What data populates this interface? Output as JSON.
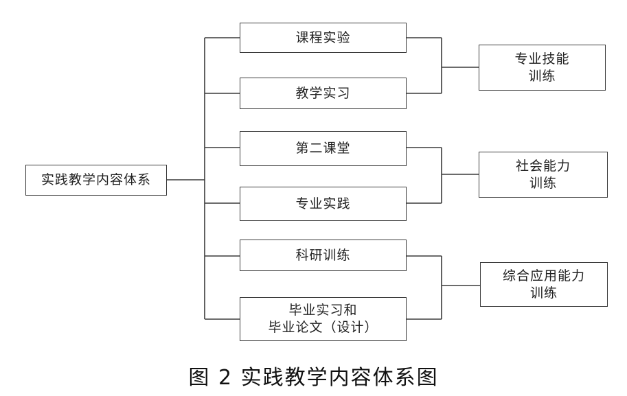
{
  "root": {
    "label": "实践教学内容体系"
  },
  "items": [
    {
      "label": "课程实验"
    },
    {
      "label": "教学实习"
    },
    {
      "label": "第二课堂"
    },
    {
      "label": "专业实践"
    },
    {
      "label": "科研训练"
    },
    {
      "label": "毕业实习和\n毕业论文（设计）"
    }
  ],
  "outcomes": [
    {
      "label": "专业技能\n训练"
    },
    {
      "label": "社会能力\n训练"
    },
    {
      "label": "综合应用能力\n训练"
    }
  ],
  "caption": "图 2  实践教学内容体系图"
}
